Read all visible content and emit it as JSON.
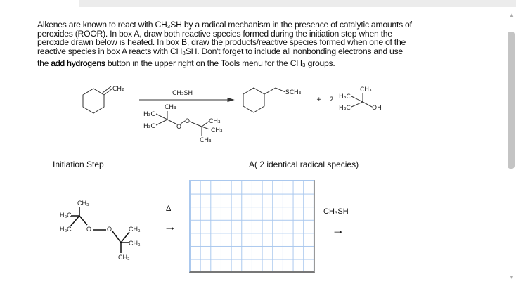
{
  "question": {
    "lines": [
      "Alkenes are known to react with CH₃SH by a radical mechanism in the presence of catalytic amounts of",
      "peroxides (ROOR). In box A, draw both reactive species formed during the initiation step when the",
      "peroxide drawn below is heated. In box B, draw the products/reactive species formed when one of the",
      "reactive species in box A reacts with CH₃SH. Don't forget to include all nonbonding electrons and use"
    ],
    "last_line_prefix": "the ",
    "last_line_bold": "add hydrogens",
    "last_line_suffix": " button in the upper right on the Tools menu for the CH₃ groups."
  },
  "scheme": {
    "reactant_label": "CH₂",
    "reagent": "CH₃SH",
    "peroxide_labels": {
      "ch3_top": "CH₃",
      "h3c_1": "H₃C",
      "h3c_2": "H₃C",
      "o1": "O",
      "o2": "O",
      "ch3_r1": "CH₃",
      "ch3_r2": "CH₃",
      "ch3_bot": "CH₃"
    },
    "product_label": "SCH₃",
    "plus": "+",
    "coefficient": "2",
    "alcohol_labels": {
      "ch3": "CH₃",
      "h3c_1": "H₃C",
      "h3c_2": "H₃C",
      "oh": "OH"
    }
  },
  "initiation_label": "Initiation Step",
  "box_a_label": "A( 2 identical radical species)",
  "bottom": {
    "peroxide_labels": {
      "ch3_top": "CH₃",
      "h3c_1": "H₃C",
      "h3c_2": "H₃C",
      "o1": "Ö",
      "o2": "Ö",
      "ch3_r1": "CH₃",
      "ch3_r2": "CH₃",
      "ch3_bot": "CH₃"
    },
    "heat": "Δ",
    "arrow1": "→",
    "reagent": "CH₃SH",
    "arrow2": "→"
  }
}
